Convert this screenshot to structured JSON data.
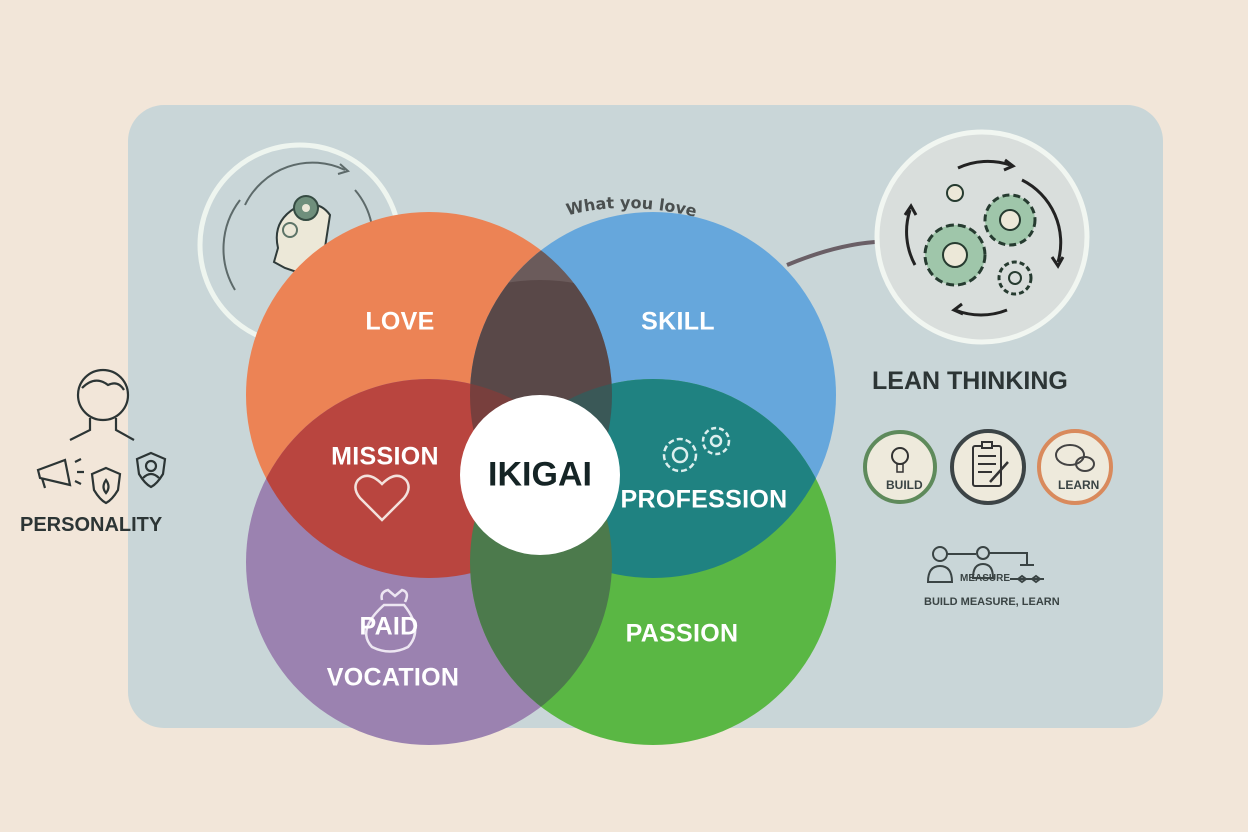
{
  "diagram": {
    "title": "IKIGAI",
    "arc_label": "What you love",
    "circles": [
      {
        "name": "love",
        "label": "LOVE",
        "color": "#ec8355"
      },
      {
        "name": "skill",
        "label": "SKILL",
        "color": "#66a7dc"
      },
      {
        "name": "paid-vocation",
        "label_line1": "PAID",
        "label_line2": "VOCATION",
        "color": "#9b82b0"
      },
      {
        "name": "passion",
        "label": "PASSION",
        "color": "#5ab744"
      }
    ],
    "overlaps": [
      {
        "name": "mission",
        "label": "MISSION",
        "color": "#b9453f",
        "icon": "heart-icon"
      },
      {
        "name": "profession",
        "label": "PROFESSION",
        "color": "#1f8281",
        "icon": "gears-icon"
      },
      {
        "name": "love-skill",
        "color": "#6b5b5b"
      },
      {
        "name": "vocation-passion",
        "color": "#4c7a4c"
      }
    ]
  },
  "left": {
    "personality_label": "PERSONALITY",
    "icons": [
      "person-icon",
      "megaphone-icon",
      "shield-flame-icon",
      "shield-user-icon"
    ]
  },
  "top_left_icon": "head-gears-cycle-icon",
  "right": {
    "top_icon": "gears-cycle-icon",
    "lean_title": "LEAN THINKING",
    "steps": [
      {
        "label": "BUILD",
        "icon": "lightbulb-icon",
        "ring": "#5e8a5b"
      },
      {
        "label": "",
        "icon": "clipboard-icon",
        "ring": "#3c4446"
      },
      {
        "label": "LEARN",
        "icon": "chat-bubbles-icon",
        "ring": "#d98a5c"
      }
    ],
    "measure_label": "MEASURE",
    "loop_caption": "BUILD MEASURE, LEARN"
  }
}
